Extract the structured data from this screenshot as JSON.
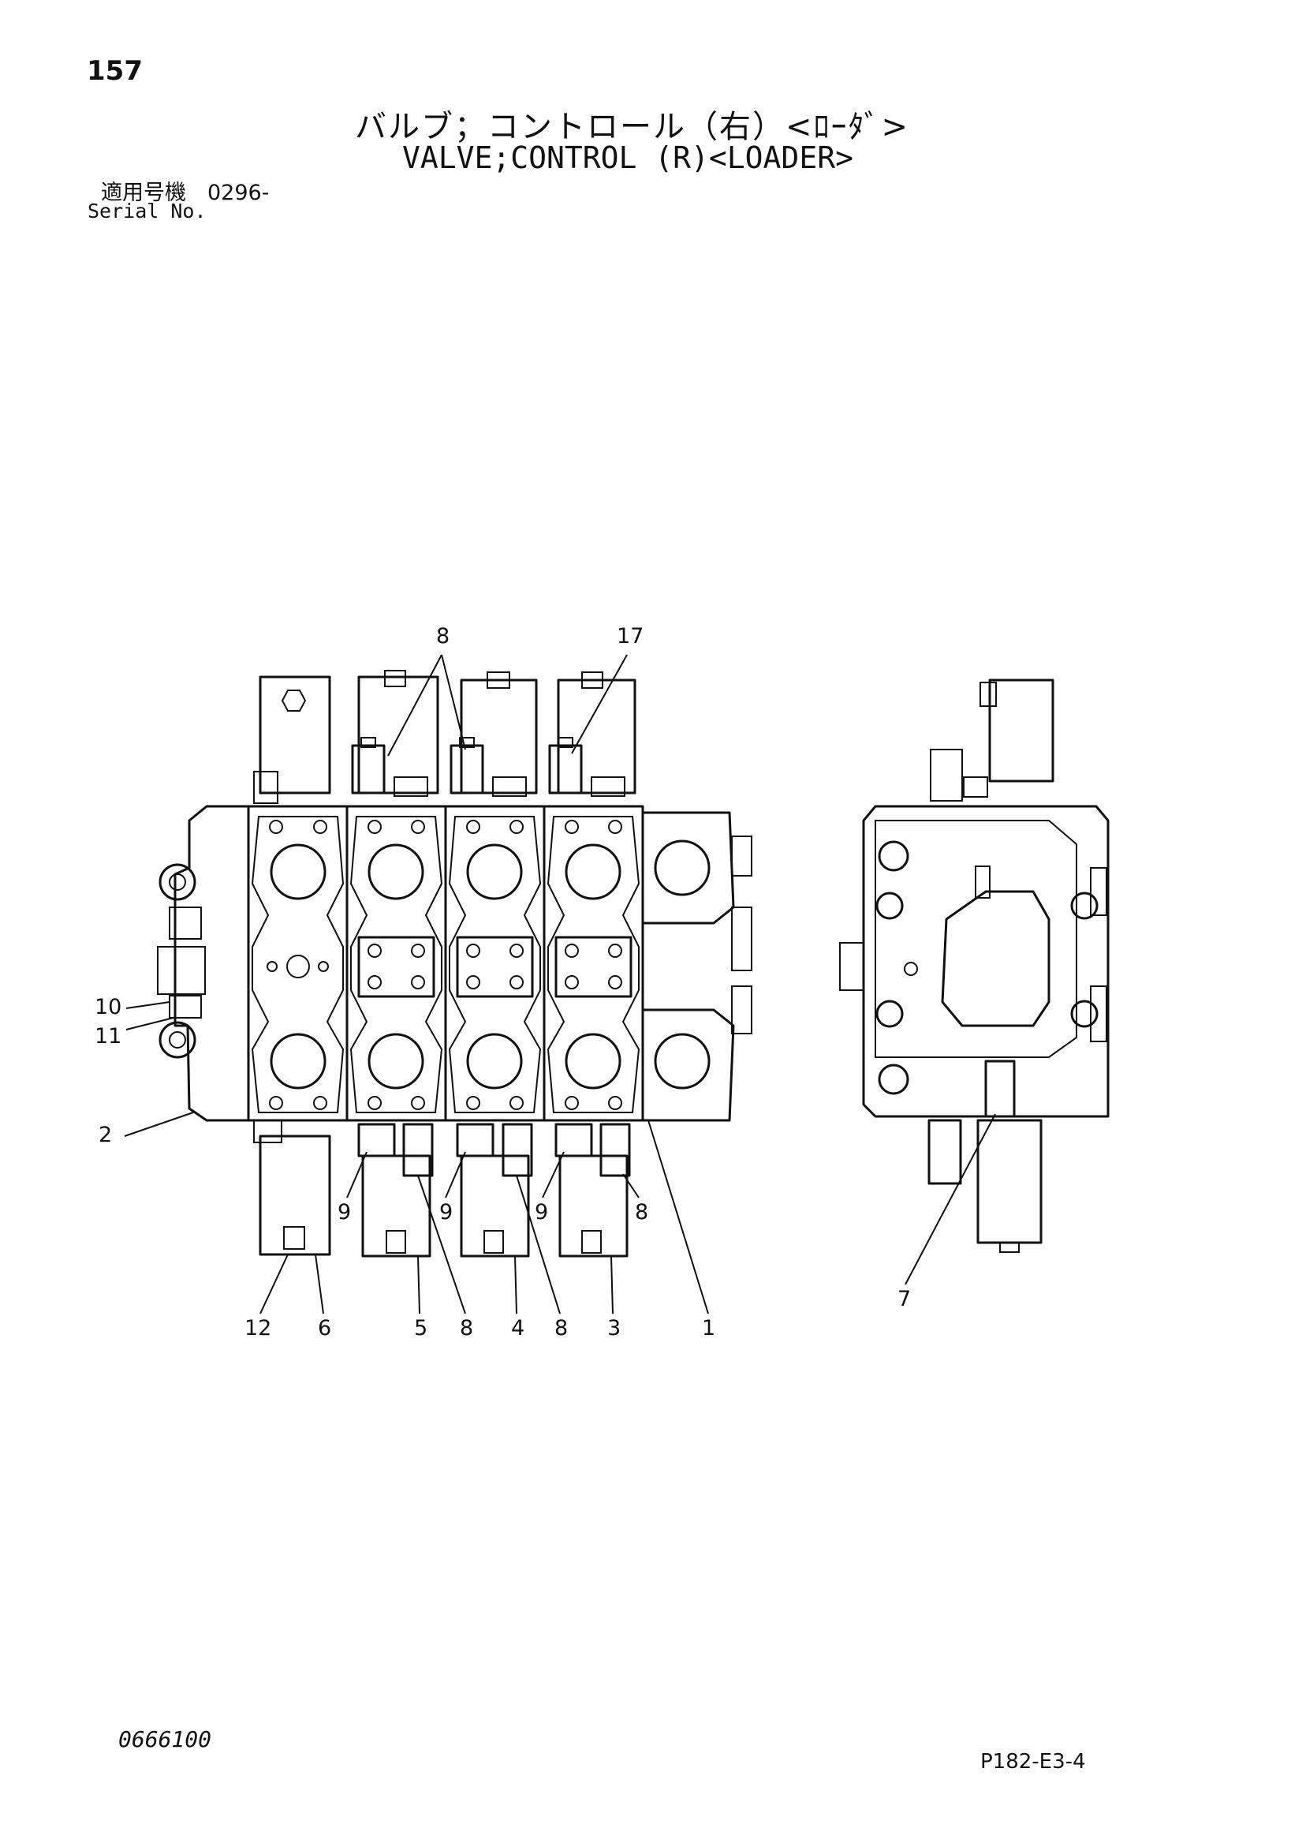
{
  "header": {
    "page_number": "157",
    "title_jp": "バルブ；コントロール（右）<ﾛｰﾀﾞ>",
    "title_en": "VALVE;CONTROL (R)<LOADER>",
    "serial_label_jp": "適用号機　0296-",
    "serial_label_en": "Serial No."
  },
  "callouts": {
    "c8a": "8",
    "c17": "17",
    "c10": "10",
    "c11": "11",
    "c2": "2",
    "c9a": "9",
    "c9b": "9",
    "c9c": "9",
    "c8b": "8",
    "c12": "12",
    "c6": "6",
    "c5": "5",
    "c8c": "8",
    "c4": "4",
    "c8d": "8",
    "c3": "3",
    "c1": "1",
    "c7": "7"
  },
  "footer": {
    "doc_code": "0666100",
    "figure_code": "P182-E3-4"
  }
}
